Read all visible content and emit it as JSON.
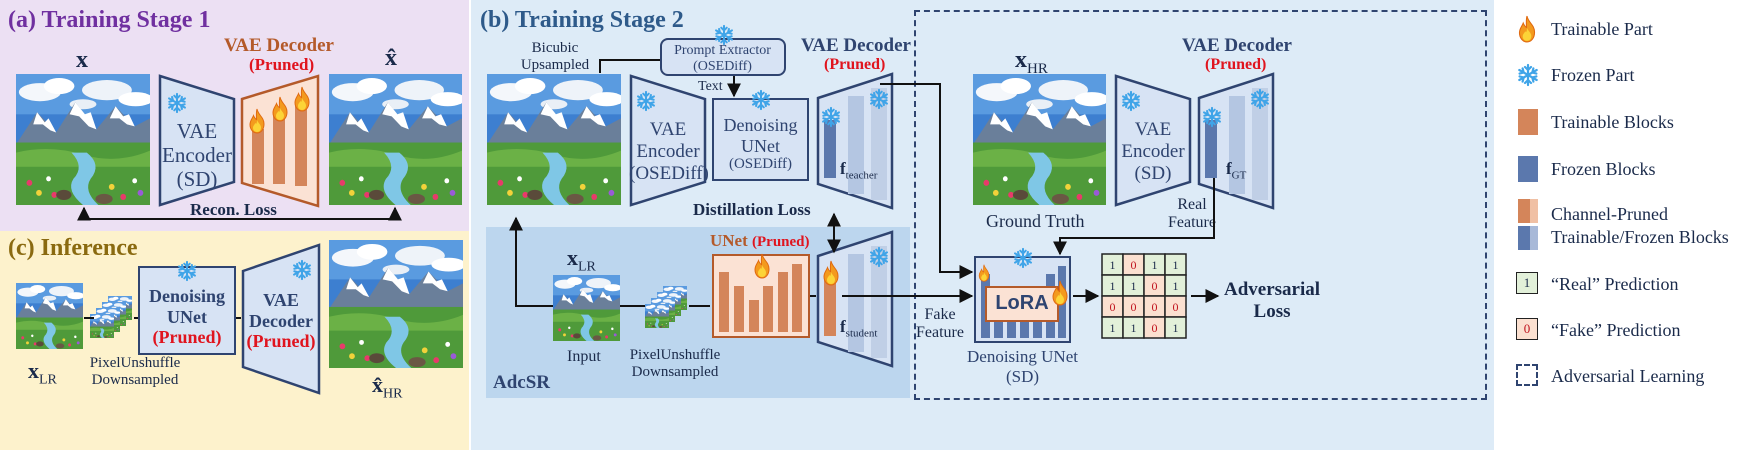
{
  "panel_a": {
    "title": "(a) Training Stage 1",
    "x_label": "x",
    "xhat_label": "x̂",
    "vae_decoder_title": "VAE Decoder",
    "pruned": "(Pruned)",
    "encoder_line1": "VAE",
    "encoder_line2": "Encoder",
    "encoder_line3": "(SD)",
    "loss": "Recon. Loss"
  },
  "panel_b": {
    "title": "(b) Training Stage 2",
    "bicubic_line1": "Bicubic",
    "bicubic_line2": "Upsampled",
    "prompt_line1": "Prompt Extractor",
    "prompt_line2": "(OSEDiff)",
    "text_label": "Text",
    "vae_decoder_title": "VAE Decoder",
    "pruned": "(Pruned)",
    "encoder_line1": "VAE",
    "encoder_line2": "Encoder",
    "encoder_line3": "(OSEDiff)",
    "unet_line1": "Denoising",
    "unet_line2": "UNet",
    "unet_line3": "(OSEDiff)",
    "f_teacher": "f",
    "f_teacher_sub": "teacher",
    "distillation_loss": "Distillation Loss",
    "x_lr": "x",
    "x_lr_sub": "LR",
    "input_label": "Input",
    "pixelunshuffle_line1": "PixelUnshuffle",
    "pixelunshuffle_line2": "Downsampled",
    "unet_title": "UNet",
    "unet_pruned": "(Pruned)",
    "f_student": "f",
    "f_student_sub": "student",
    "adcsr_label": "AdcSR",
    "x_hr": "x",
    "x_hr_sub": "HR",
    "ground_truth": "Ground Truth",
    "gt_encoder_line1": "VAE",
    "gt_encoder_line2": "Encoder",
    "gt_encoder_line3": "(SD)",
    "gt_vae_decoder_title": "VAE Decoder",
    "gt_pruned": "(Pruned)",
    "f_gt": "f",
    "f_gt_sub": "GT",
    "real_feature_line1": "Real",
    "real_feature_line2": "Feature",
    "fake_feature_line1": "Fake",
    "fake_feature_line2": "Feature",
    "lora": "LoRA",
    "disc_line1": "Denoising UNet",
    "disc_line2": "(SD)",
    "adv_loss_line1": "Adversarial",
    "adv_loss_line2": "Loss",
    "prediction_grid": [
      [
        "1",
        "0",
        "1",
        "1"
      ],
      [
        "1",
        "1",
        "0",
        "1"
      ],
      [
        "0",
        "0",
        "0",
        "0"
      ],
      [
        "1",
        "1",
        "0",
        "1"
      ]
    ]
  },
  "panel_c": {
    "title": "(c) Inference",
    "x_lr": "x",
    "x_lr_sub": "LR",
    "pixelunshuffle_line1": "PixelUnshuffle",
    "pixelunshuffle_line2": "Downsampled",
    "unet_line1": "Denoising",
    "unet_line2": "UNet",
    "pruned": "(Pruned)",
    "vae_line1": "VAE",
    "vae_line2": "Decoder",
    "vae_pruned": "(Pruned)",
    "xhat_hr": "x̂",
    "xhat_hr_sub": "HR"
  },
  "legend": {
    "trainable_part": "Trainable Part",
    "frozen_part": "Frozen Part",
    "trainable_blocks": "Trainable Blocks",
    "frozen_blocks": "Frozen Blocks",
    "channel_pruned_line1": "Channel-Pruned",
    "channel_pruned_line2": "Trainable/Frozen Blocks",
    "real_prediction": "“Real” Prediction",
    "real_value": "1",
    "fake_prediction": "“Fake” Prediction",
    "fake_value": "0",
    "adversarial_learning": "Adversarial Learning"
  },
  "colors": {
    "panel_a_bg": "#ece0f3",
    "panel_b_bg": "#ddebf7",
    "panel_c_bg": "#fdf2cc",
    "adcsr_bg": "#bcd6ee",
    "box_border": "#2f4470",
    "box_fill": "#d7e3f4",
    "trainable_block": "#d4855a",
    "frozen_block": "#5b78ad",
    "trainable_module_fill": "#fbe2d4",
    "trainable_module_border": "#b45a2a",
    "real_cell": "#e2f0d9",
    "fake_cell": "#fbe0d0",
    "pruned_red": "#e0141e",
    "title_purple": "#7030a0",
    "title_blue": "#2e5a8a",
    "title_gold": "#8a6a10"
  },
  "icons": [
    "snowflake-icon",
    "flame-icon",
    "landscape-image"
  ]
}
